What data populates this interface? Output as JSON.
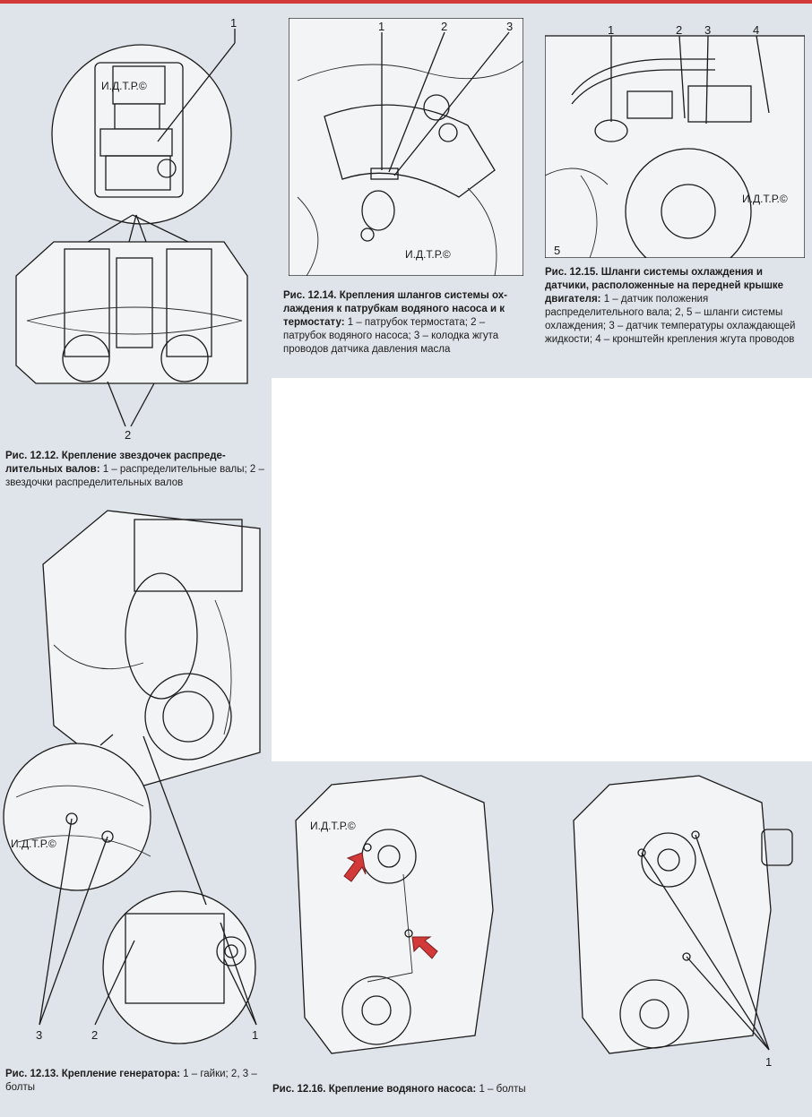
{
  "watermark": "И.Д.Т.Р.©",
  "figures": {
    "fig12_12": {
      "caption_title": "Рис. 12.12. Крепление звездочек распреде-лительных валов:",
      "caption_text": " 1 – распределительные валы; 2 – звездочки распределительных валов",
      "labels": [
        "1",
        "2"
      ]
    },
    "fig12_13": {
      "caption_title": "Рис. 12.13. Крепление генератора:",
      "caption_text": " 1 – гайки; 2, 3 – болты",
      "labels": [
        "3",
        "2",
        "1"
      ]
    },
    "fig12_14": {
      "caption_title": "Рис. 12.14. Крепления шлангов системы ох-лаждения к патрубкам водяного насоса и к термостату:",
      "caption_text": " 1 – патрубок термостата; 2 – патрубок водяного насоса; 3 – колодка жгута проводов датчика давления масла",
      "labels": [
        "1",
        "2",
        "3"
      ]
    },
    "fig12_15": {
      "caption_title": "Рис. 12.15. Шланги системы охлаждения и датчики, расположенные на передней крышке двигателя:",
      "caption_text": " 1 – датчик положения распределительного вала; 2, 5 – шланги системы охлаждения; 3 – датчик температуры охлаждающей жидкости; 4 – кронштейн крепления жгута проводов",
      "labels": [
        "1",
        "2",
        "3",
        "4",
        "5"
      ]
    },
    "fig12_16": {
      "caption_title": "Рис. 12.16. Крепление водяного насоса:",
      "caption_text": " 1 – болты",
      "labels": [
        "1"
      ]
    }
  },
  "colors": {
    "page": "#dfe3ea",
    "blank_area": "#ffffff",
    "arrow": "#d23a3a",
    "line": "#1b1b1b"
  }
}
